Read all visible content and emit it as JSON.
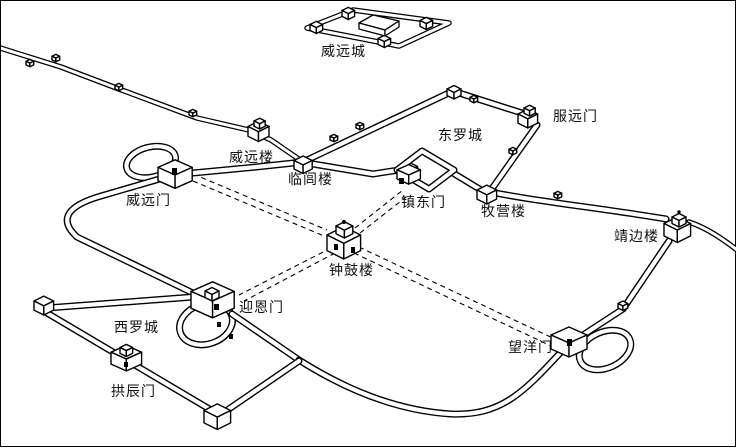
{
  "figure": {
    "kind": "isometric-fortress-map",
    "background_color": "#ffffff",
    "line_color": "#000000"
  },
  "labels": {
    "weiyuan_fort": "威远城",
    "fuyuan_gate": "服远门",
    "dongluo_city": "东罗城",
    "weiyuan_tower": "威远楼",
    "linlu_tower": "临闾楼",
    "zhendong_gate": "镇东门",
    "muying_tower": "牧营楼",
    "weiyuan_gate": "威远门",
    "jingbian_tower": "靖边楼",
    "zhonggu_tower": "钟鼓楼",
    "yingen_gate": "迎恩门",
    "xiluo_city": "西罗城",
    "wangyang_gate": "望洋门",
    "gongchen_gate": "拱辰门"
  }
}
